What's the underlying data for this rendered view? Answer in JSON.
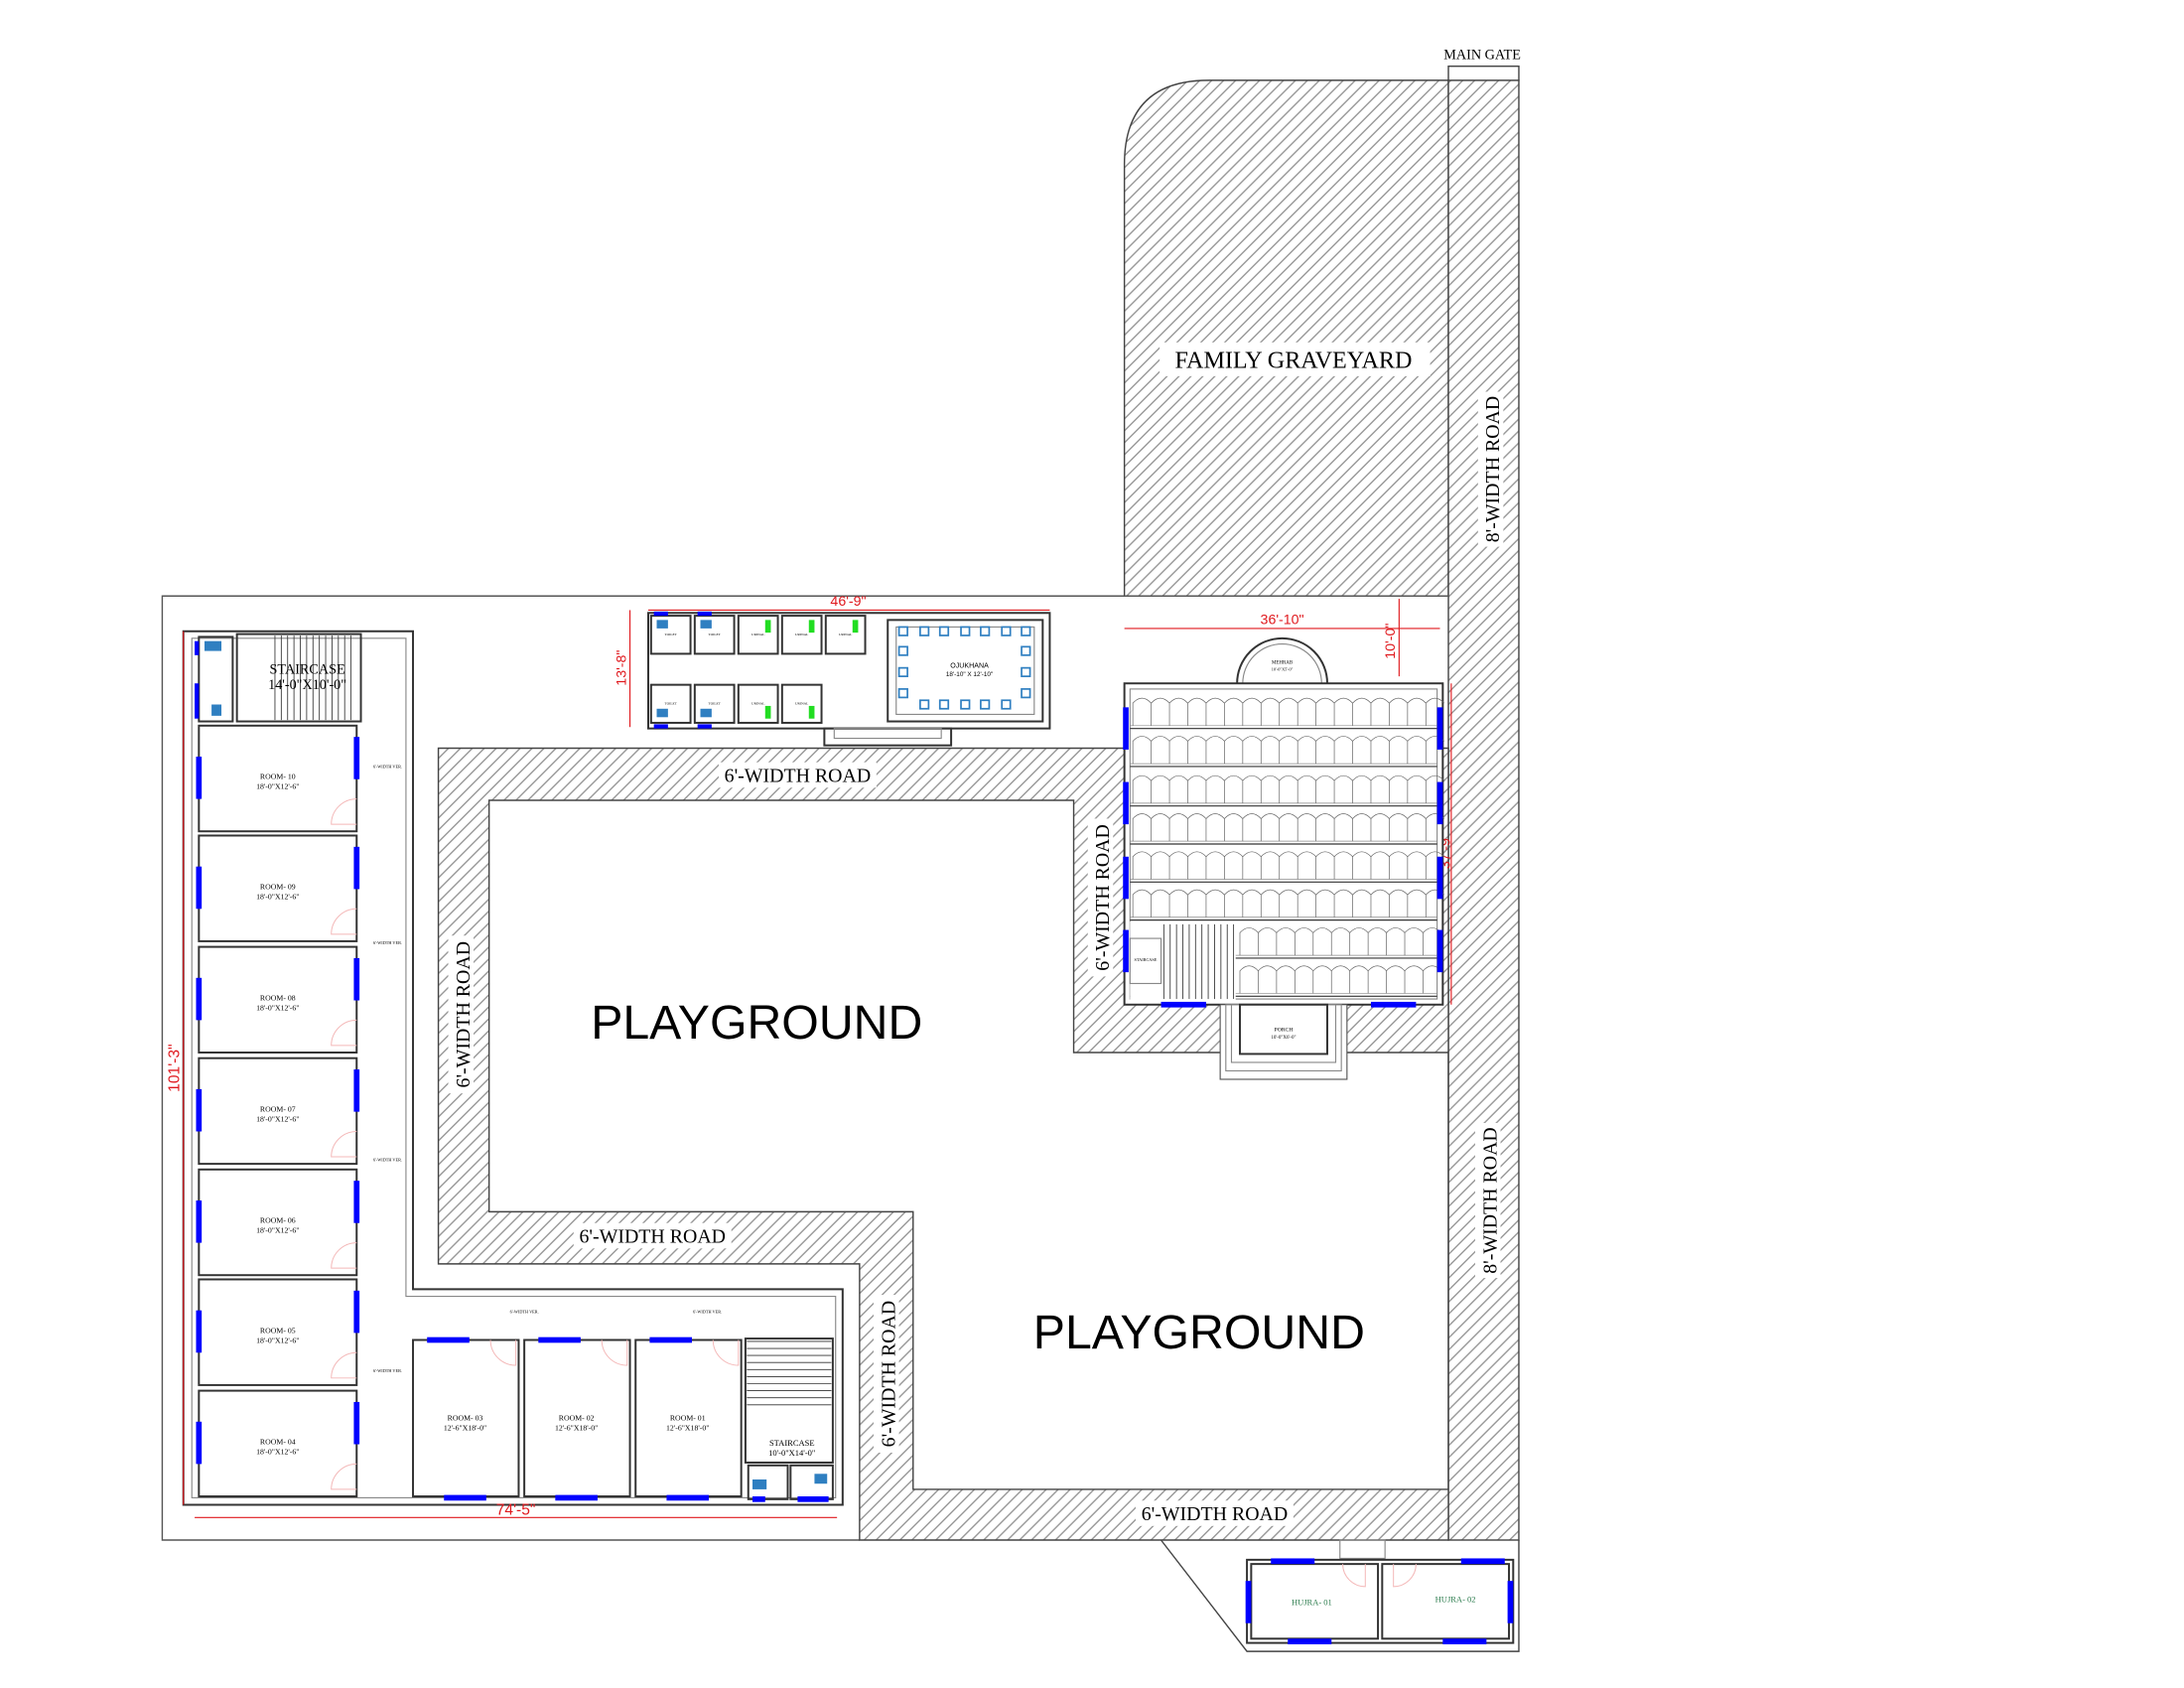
{
  "site": {
    "main_gate": "MAIN GATE",
    "graveyard": "FAMILY GRAVEYARD",
    "road_8ft": "8'-WIDTH ROAD",
    "road_6ft": "6'-WIDTH ROAD",
    "playground": "PLAYGROUND",
    "corridor": "6'-WIDTH VER."
  },
  "dimensions": {
    "left_height": "101'-3\"",
    "bottom_width": "74'-5\"",
    "toilet_block_width": "46'-9\"",
    "toilet_block_depth": "13'-8\"",
    "mosque_width": "36'-10\"",
    "mehrab_depth": "10'-0\"",
    "mosque_depth": "37'-9\""
  },
  "rooms_left": [
    {
      "name": "ROOM- 10",
      "size": "18'-0\"X12'-6\""
    },
    {
      "name": "ROOM- 09",
      "size": "18'-0\"X12'-6\""
    },
    {
      "name": "ROOM- 08",
      "size": "18'-0\"X12'-6\""
    },
    {
      "name": "ROOM- 07",
      "size": "18'-0\"X12'-6\""
    },
    {
      "name": "ROOM- 06",
      "size": "18'-0\"X12'-6\""
    },
    {
      "name": "ROOM- 05",
      "size": "18'-0\"X12'-6\""
    },
    {
      "name": "ROOM- 04",
      "size": "18'-0\"X12'-6\""
    }
  ],
  "rooms_bottom": [
    {
      "name": "ROOM- 03",
      "size": "12'-6\"X18'-0\""
    },
    {
      "name": "ROOM- 02",
      "size": "12'-6\"X18'-0\""
    },
    {
      "name": "ROOM- 01",
      "size": "12'-6\"X18'-0\""
    }
  ],
  "staircase_1": {
    "name": "STAIRCASE",
    "size": "14'-0\"X10'-0\""
  },
  "staircase_2": {
    "name": "STAIRCASE",
    "size": "10'-0\"X14'-0\""
  },
  "staircase_mosque": {
    "name": "STAIRCASE"
  },
  "toilet_block": {
    "toilet": "TOILET",
    "urinal": "URINAL",
    "ojukhana": "OJUKHANA",
    "ojukhana_size": "18'-10\" X 12'-10\""
  },
  "mosque": {
    "mehrab": "MEHRAB",
    "mehrab_size": "10'-0\"X5'-0\"",
    "porch": "PORCH",
    "porch_size": "10'-0\"X6'-0\""
  },
  "hujra": [
    "HUJRA- 01",
    "HUJRA- 02"
  ],
  "colors": {
    "dimension": "#e0191e",
    "window": "#0000ff",
    "hujra_text": "#2e7d4f",
    "fixture": "#2f7fc1",
    "tap": "#22dd22"
  }
}
